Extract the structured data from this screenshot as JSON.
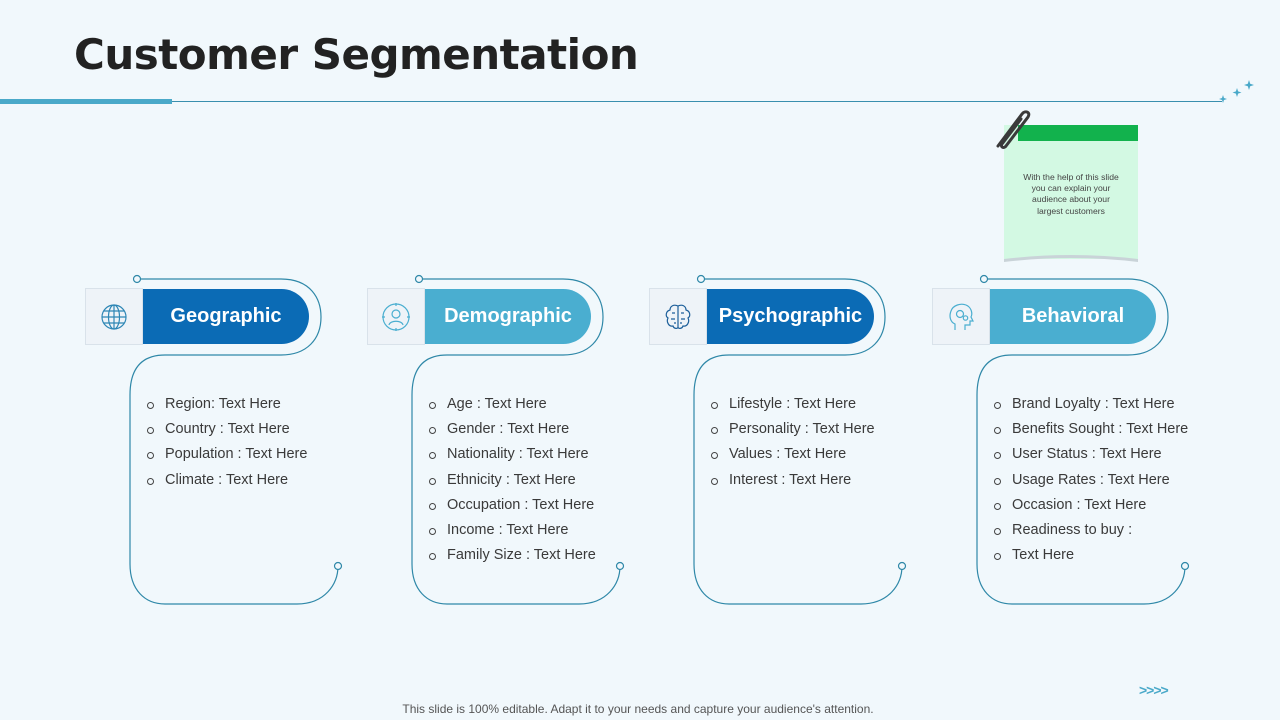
{
  "slide": {
    "title": "Customer Segmentation",
    "footer": "This slide is 100% editable. Adapt it to your needs and capture your audience's attention.",
    "chevrons": ">>>>"
  },
  "note": {
    "text": "With the help of this slide you can explain your audience about your largest customers"
  },
  "colors": {
    "dark_pill": "#0b6bb5",
    "light_pill": "#4aaed0",
    "note_tape": "#12b24d",
    "note_body": "#d3f9e3",
    "accent": "#4aa9c9"
  },
  "segments": [
    {
      "title": "Geographic",
      "icon": "globe-icon",
      "style": "dark",
      "items": [
        "Region: Text Here",
        "Country : Text Here",
        "Population : Text Here",
        "Climate : Text Here"
      ]
    },
    {
      "title": "Demographic",
      "icon": "person-icon",
      "style": "light",
      "items": [
        "Age : Text Here",
        "Gender : Text Here",
        "Nationality : Text Here",
        "Ethnicity : Text Here",
        "Occupation : Text Here",
        "Income : Text Here",
        "Family Size : Text Here"
      ]
    },
    {
      "title": "Psychographic",
      "icon": "brain-icon",
      "style": "dark",
      "items": [
        "Lifestyle : Text Here",
        "Personality : Text Here",
        "Values : Text Here",
        "Interest : Text Here"
      ]
    },
    {
      "title": "Behavioral",
      "icon": "head-gears-icon",
      "style": "light",
      "items": [
        "Brand Loyalty : Text Here",
        "Benefits Sought : Text Here",
        "User Status : Text Here",
        "Usage Rates : Text Here",
        "Occasion : Text Here",
        "Readiness to buy :",
        "Text Here"
      ]
    }
  ]
}
